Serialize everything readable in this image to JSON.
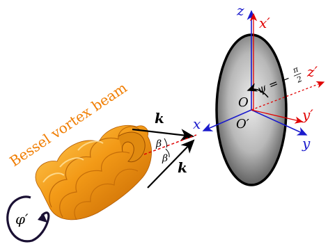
{
  "beam_label": "Bessel vortex beam",
  "k_top": "k",
  "k_bottom": "k",
  "beta_top": "β",
  "beta_bottom": "β",
  "phi_label": "φ′",
  "psi_label": "ψ = −",
  "psi_frac_num": "π",
  "psi_frac_den": "2",
  "axes": {
    "z": "z",
    "x_prime": "x′",
    "z_prime": "z′",
    "y_prime": "y′",
    "y": "y",
    "x": "x",
    "O": "O",
    "O_prime": "O′"
  },
  "colors": {
    "axis_primary": "#1a1acc",
    "axis_prime": "#e00000",
    "beam_orange": "#f39a17",
    "beam_label": "#f07d00",
    "ellipse_dark": "#4a4a4a",
    "ellipse_light": "#e6e6e6",
    "phi_arrow": "#1a1033"
  }
}
